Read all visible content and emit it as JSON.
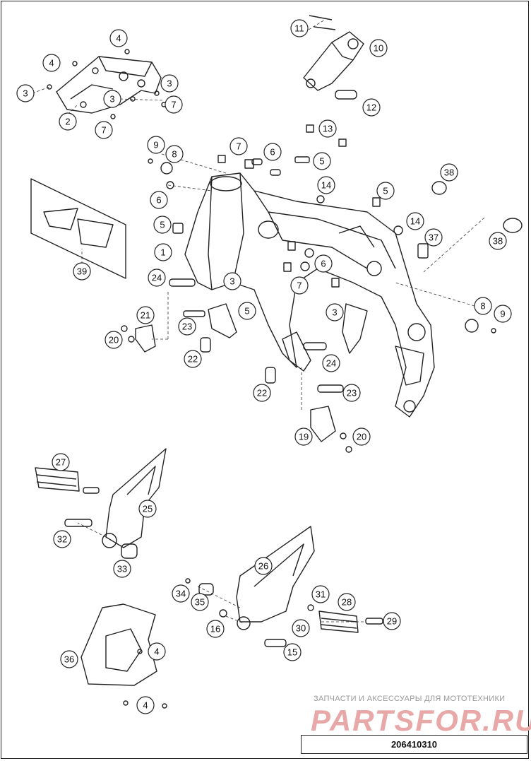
{
  "diagram": {
    "callouts": [
      {
        "label": "1"
      },
      {
        "label": "2"
      },
      {
        "label": "3"
      },
      {
        "label": "3"
      },
      {
        "label": "3"
      },
      {
        "label": "3"
      },
      {
        "label": "3"
      },
      {
        "label": "4"
      },
      {
        "label": "4"
      },
      {
        "label": "4"
      },
      {
        "label": "4"
      },
      {
        "label": "5"
      },
      {
        "label": "5"
      },
      {
        "label": "5"
      },
      {
        "label": "5"
      },
      {
        "label": "6"
      },
      {
        "label": "6"
      },
      {
        "label": "6"
      },
      {
        "label": "7"
      },
      {
        "label": "7"
      },
      {
        "label": "7"
      },
      {
        "label": "7"
      },
      {
        "label": "8"
      },
      {
        "label": "8"
      },
      {
        "label": "9"
      },
      {
        "label": "9"
      },
      {
        "label": "10"
      },
      {
        "label": "11"
      },
      {
        "label": "12"
      },
      {
        "label": "13"
      },
      {
        "label": "14"
      },
      {
        "label": "14"
      },
      {
        "label": "15"
      },
      {
        "label": "16"
      },
      {
        "label": "19"
      },
      {
        "label": "20"
      },
      {
        "label": "20"
      },
      {
        "label": "21"
      },
      {
        "label": "22"
      },
      {
        "label": "22"
      },
      {
        "label": "23"
      },
      {
        "label": "23"
      },
      {
        "label": "24"
      },
      {
        "label": "24"
      },
      {
        "label": "25"
      },
      {
        "label": "26"
      },
      {
        "label": "27"
      },
      {
        "label": "28"
      },
      {
        "label": "29"
      },
      {
        "label": "30"
      },
      {
        "label": "31"
      },
      {
        "label": "32"
      },
      {
        "label": "33"
      },
      {
        "label": "34"
      },
      {
        "label": "35"
      },
      {
        "label": "36"
      },
      {
        "label": "37"
      },
      {
        "label": "38"
      },
      {
        "label": "38"
      },
      {
        "label": "39"
      }
    ]
  },
  "watermark": {
    "tagline": "ЗАПЧАСТИ И АКСЕССУАРЫ ДЛЯ МОТОТЕХНИКИ",
    "logo": "PARTSFOR.RU",
    "color": "#e8a8a8"
  },
  "drawing_number": "206410310"
}
